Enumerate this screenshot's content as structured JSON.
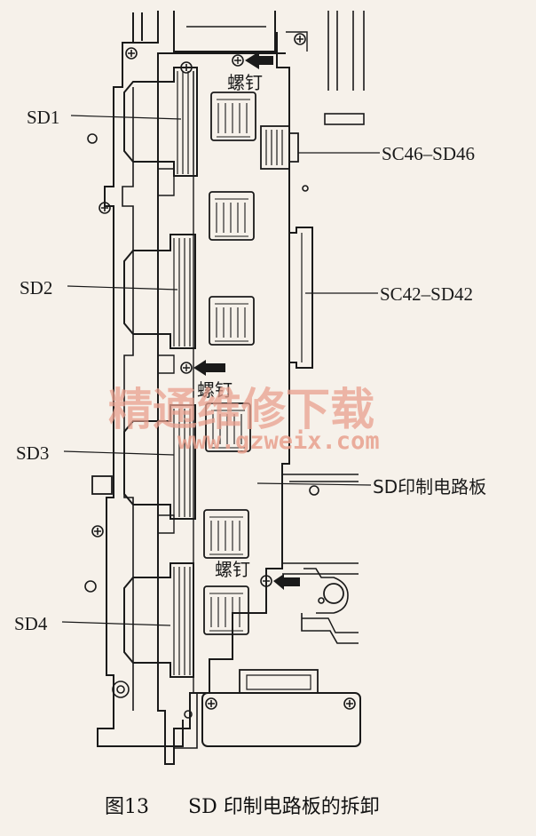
{
  "labels": {
    "sd1": "SD1",
    "sd2": "SD2",
    "sd3": "SD3",
    "sd4": "SD4",
    "sc46": "SC46–SD46",
    "sc42": "SC42–SD42",
    "board": "SD印制电路板",
    "screw": "螺钉"
  },
  "watermark": {
    "text": "精通维修下载",
    "url": "www.gzweix.com"
  },
  "caption": {
    "figure": "图13",
    "title": "SD 印制电路板的拆卸"
  },
  "colors": {
    "ink": "#1a1a1a",
    "paper": "#f6f1ea",
    "watermark": "#e9a08e"
  }
}
